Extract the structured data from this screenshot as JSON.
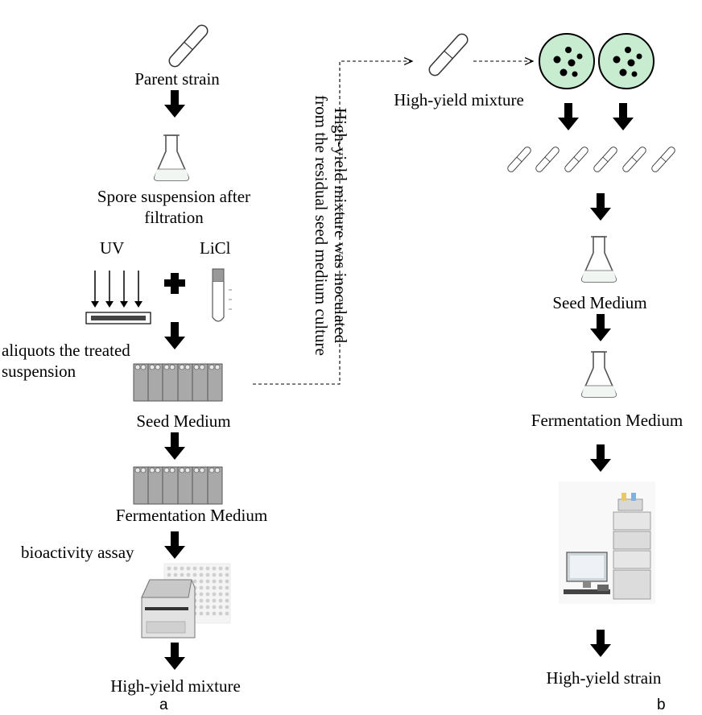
{
  "panel_a": {
    "label": "a",
    "parent_strain": "Parent strain",
    "spore_suspension_line1": "Spore suspension after",
    "spore_suspension_line2": "filtration",
    "uv": "UV",
    "licl": "LiCl",
    "aliquots_line1": "aliquots the treated",
    "aliquots_line2": "suspension",
    "seed_medium": "Seed Medium",
    "fermentation_medium": "Fermentation Medium",
    "bioactivity_assay": "bioactivity assay",
    "high_yield_mixture": "High-yield mixture"
  },
  "connector": {
    "line1": "High-yield mixture was inoculated",
    "line2": "from the residual seed medium culture"
  },
  "panel_b": {
    "label": "b",
    "high_yield_mixture": "High-yield mixture",
    "seed_medium": "Seed  Medium",
    "fermentation_medium": "Fermentation Medium",
    "high_yield_strain": "High-yield strain"
  },
  "colors": {
    "petri_fill": "#c8ecd0",
    "rack_fill": "#a9a9a9",
    "arrow": "#000000"
  }
}
